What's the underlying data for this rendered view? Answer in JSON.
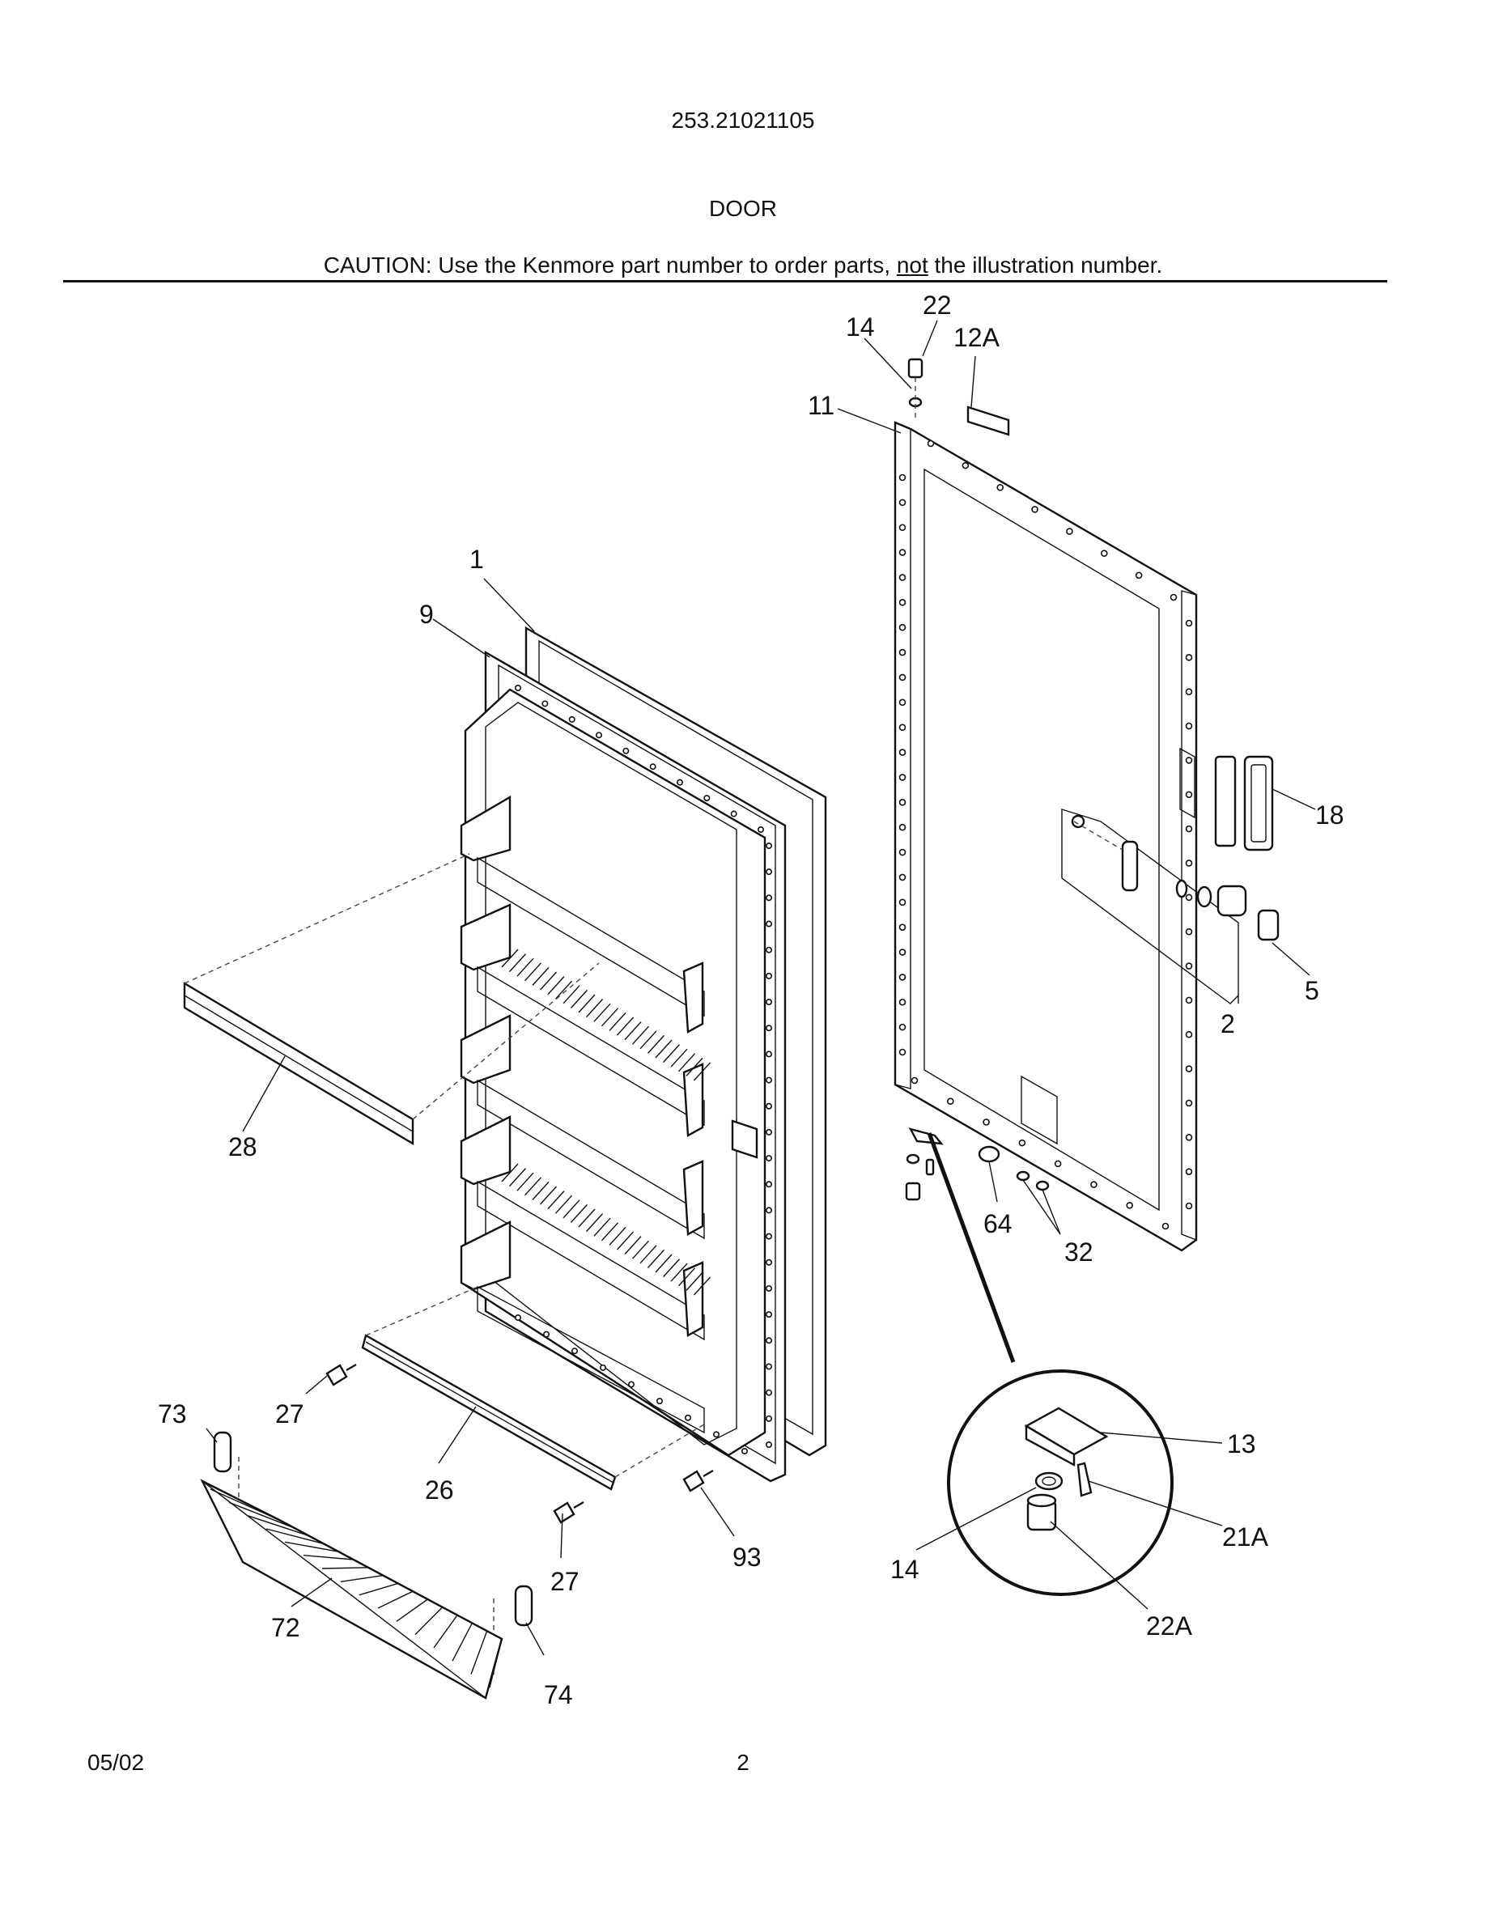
{
  "header": {
    "model_number": "253.21021105",
    "section_title": "DOOR",
    "caution_prefix": "CAUTION: Use the Kenmore part number to order parts, ",
    "caution_emphasis": "not",
    "caution_suffix": " the illustration number."
  },
  "callouts": [
    {
      "id": "1",
      "label": "1"
    },
    {
      "id": "9",
      "label": "9"
    },
    {
      "id": "11",
      "label": "11"
    },
    {
      "id": "14-top",
      "label": "14"
    },
    {
      "id": "22",
      "label": "22"
    },
    {
      "id": "12A",
      "label": "12A"
    },
    {
      "id": "18",
      "label": "18"
    },
    {
      "id": "5",
      "label": "5"
    },
    {
      "id": "2",
      "label": "2"
    },
    {
      "id": "28",
      "label": "28"
    },
    {
      "id": "64",
      "label": "64"
    },
    {
      "id": "32",
      "label": "32"
    },
    {
      "id": "13",
      "label": "13"
    },
    {
      "id": "21A",
      "label": "21A"
    },
    {
      "id": "14-detail",
      "label": "14"
    },
    {
      "id": "22A",
      "label": "22A"
    },
    {
      "id": "73",
      "label": "73"
    },
    {
      "id": "27-upper",
      "label": "27"
    },
    {
      "id": "26",
      "label": "26"
    },
    {
      "id": "27-lower",
      "label": "27"
    },
    {
      "id": "93",
      "label": "93"
    },
    {
      "id": "72",
      "label": "72"
    },
    {
      "id": "74",
      "label": "74"
    }
  ],
  "footer": {
    "date": "05/02",
    "page_number": "2"
  }
}
